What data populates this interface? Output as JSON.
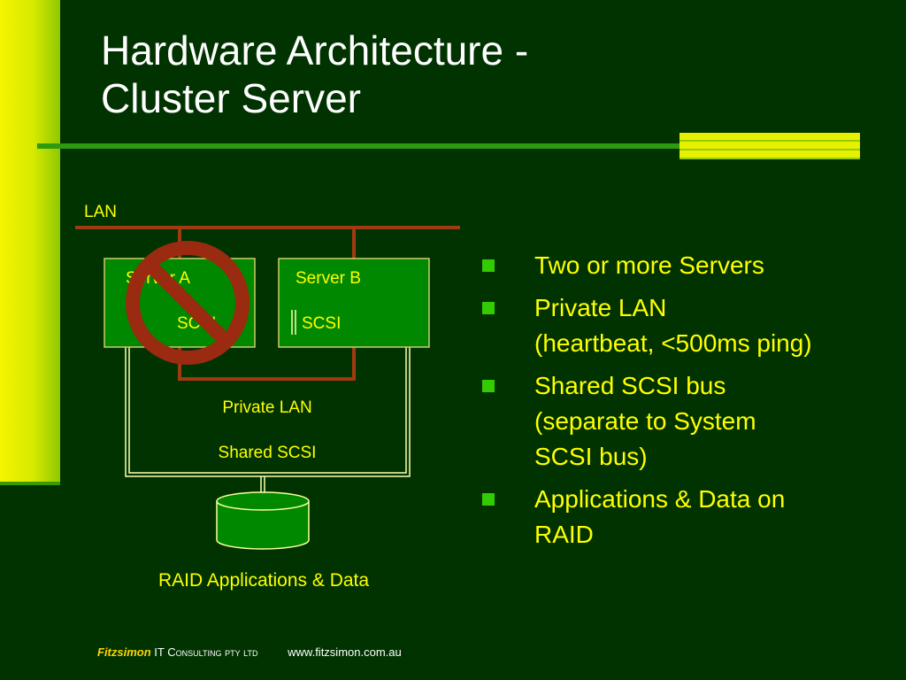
{
  "title": {
    "line1": "Hardware Architecture -",
    "line2": "Cluster Server"
  },
  "diagram": {
    "lan_label": "LAN",
    "server_a": {
      "name": "Server A",
      "scsi": "SCSI"
    },
    "server_b": {
      "name": "Server B",
      "scsi": "SCSI"
    },
    "private_lan_label": "Private LAN",
    "shared_scsi_label": "Shared SCSI",
    "raid_label": "RAID Applications & Data",
    "colors": {
      "lan": "#a03a10",
      "scsi": "#ffffb0",
      "box_fill": "#008800",
      "prohibit": "#9a2a10"
    }
  },
  "bullets": [
    {
      "lines": [
        "Two or more Servers"
      ]
    },
    {
      "lines": [
        "Private LAN",
        "(heartbeat, <500ms ping)"
      ]
    },
    {
      "lines": [
        "Shared SCSI bus",
        "(separate to System",
        "SCSI bus)"
      ]
    },
    {
      "lines": [
        "Applications & Data on",
        "RAID"
      ]
    }
  ],
  "footer": {
    "brand": "Fitzsimon",
    "company": "IT Consulting pty ltd",
    "url": "www.fitzsimon.com.au"
  }
}
